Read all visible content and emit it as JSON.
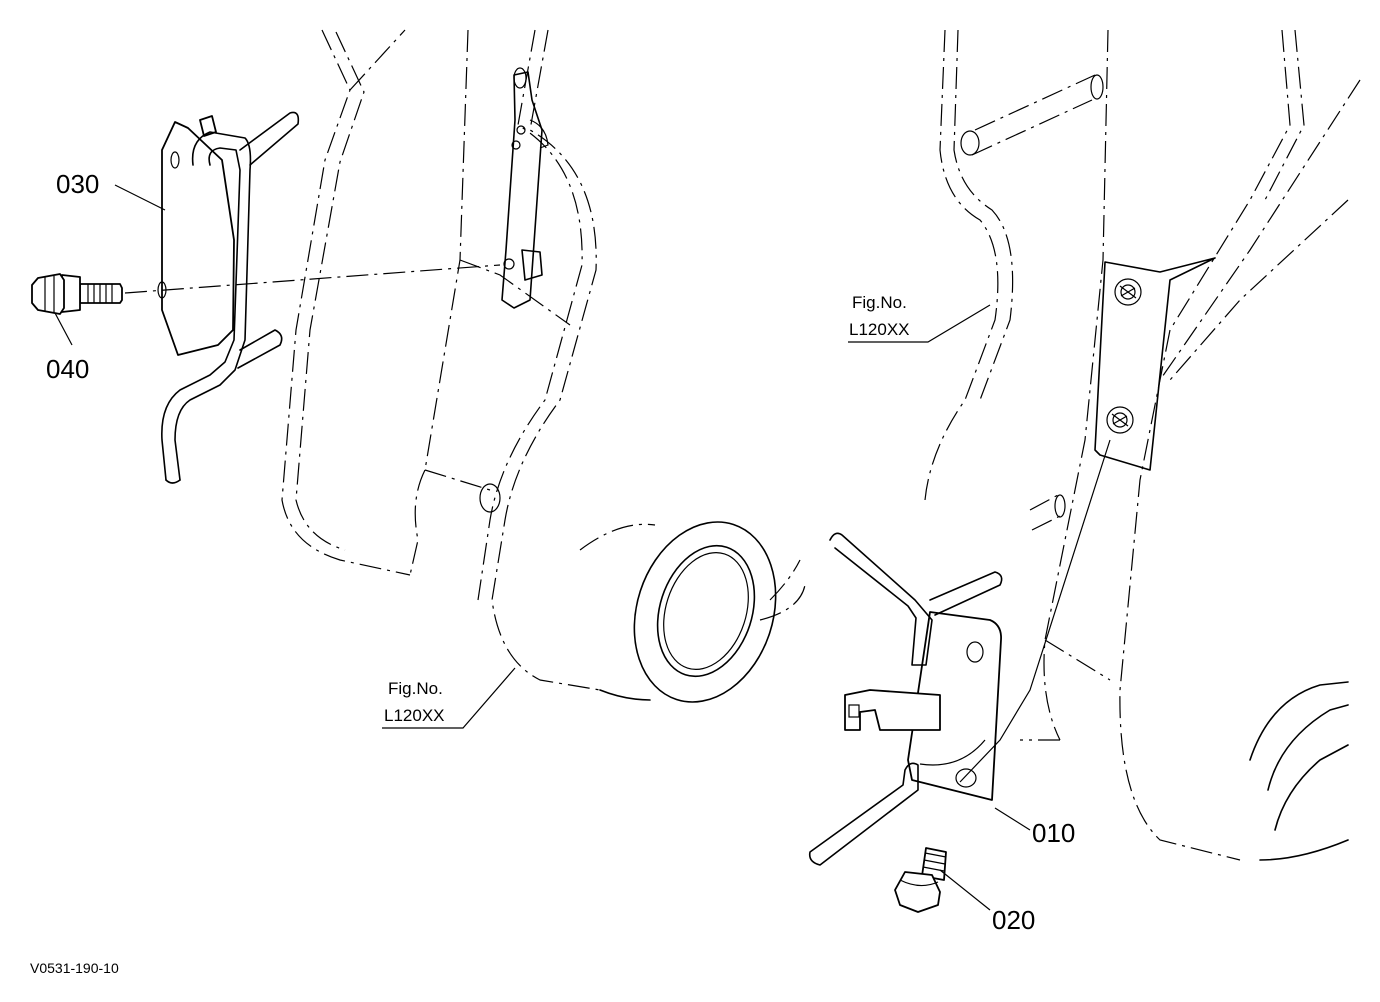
{
  "callouts": {
    "p030": "030",
    "p040": "040",
    "p010": "010",
    "p020": "020"
  },
  "fig_refs": [
    {
      "label": "Fig.No.",
      "code": "L120XX"
    },
    {
      "label": "Fig.No.",
      "code": "L120XX"
    }
  ],
  "drawing_code": "V0531-190-10"
}
